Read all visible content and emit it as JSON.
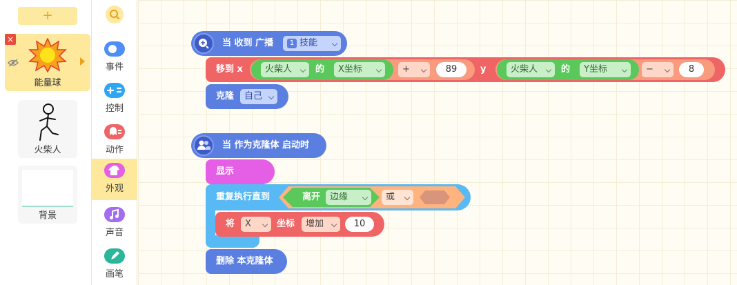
{
  "sprites": {
    "add_label": "+",
    "items": [
      {
        "name": "能量球"
      },
      {
        "name": "火柴人"
      },
      {
        "name": "背景"
      }
    ],
    "delete_label": "×"
  },
  "categories": [
    {
      "label": "事件",
      "color": "#4e8ef7"
    },
    {
      "label": "控制",
      "color": "#2ea7f2"
    },
    {
      "label": "动作",
      "color": "#ef6464"
    },
    {
      "label": "外观",
      "color": "#e45ee6"
    },
    {
      "label": "声音",
      "color": "#a26df0"
    },
    {
      "label": "画笔",
      "color": "#2bb59a"
    }
  ],
  "script1": {
    "hat_label": "当 收到 广播",
    "broadcast_badge": "1",
    "broadcast_value": "技能",
    "move": {
      "label": "移到 x",
      "x_sprite": "火柴人",
      "x_of": "的",
      "x_prop": "X坐标",
      "x_op": "+",
      "x_num": "89",
      "y_label": "y",
      "y_sprite": "火柴人",
      "y_of": "的",
      "y_prop": "Y坐标",
      "y_op": "−",
      "y_num": "8"
    },
    "clone": {
      "label": "克隆",
      "value": "自己"
    }
  },
  "script2": {
    "hat_label": "当 作为克隆体 启动时",
    "show_label": "显示",
    "repeat_label": "重复执行直到",
    "touch_label": "离开",
    "touch_value": "边缘",
    "or_label": "或",
    "change": {
      "label": "将",
      "axis": "X",
      "coord": "坐标",
      "op": "增加",
      "num": "10"
    },
    "delete_label": "删除 本克隆体"
  }
}
